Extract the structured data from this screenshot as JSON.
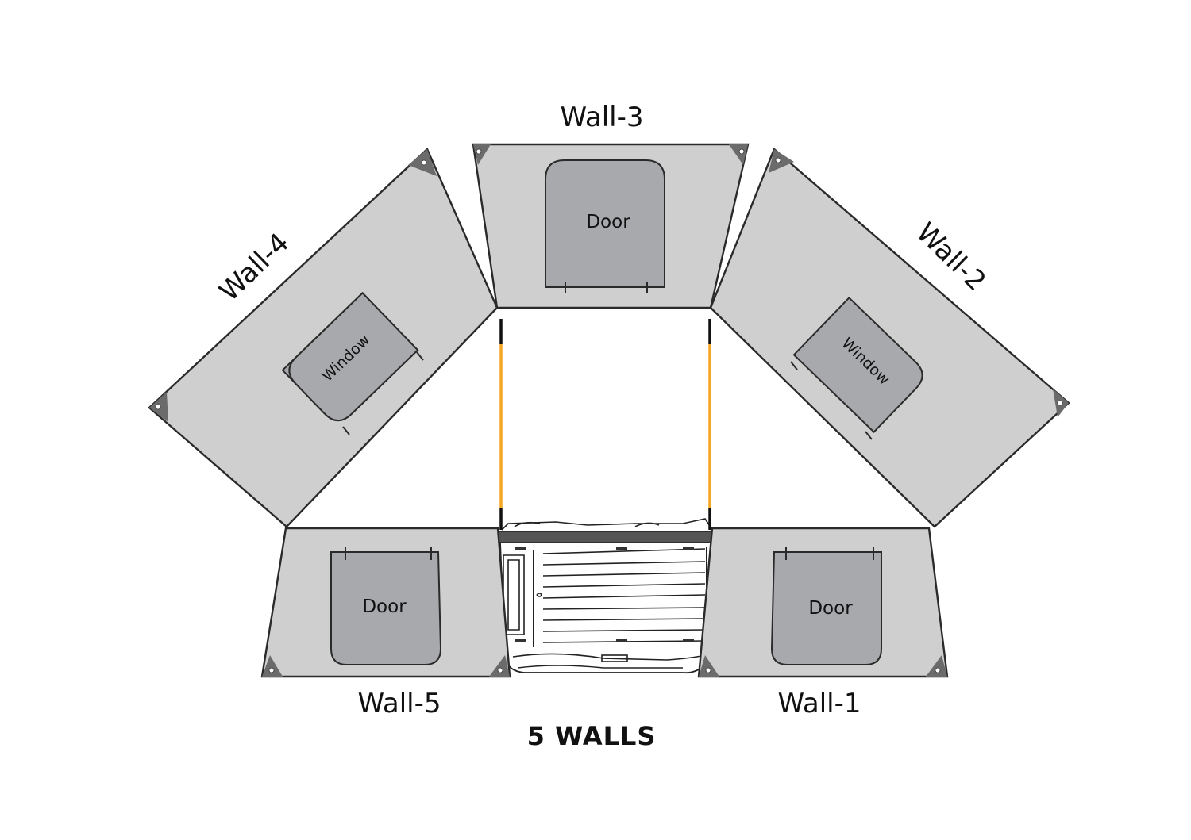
{
  "diagram": {
    "title": "5 WALLS",
    "walls": [
      {
        "id": "wall-1",
        "label": "Wall-1",
        "opening": "Door"
      },
      {
        "id": "wall-2",
        "label": "Wall-2",
        "opening": "Window"
      },
      {
        "id": "wall-3",
        "label": "Wall-3",
        "opening": "Door"
      },
      {
        "id": "wall-4",
        "label": "Wall-4",
        "opening": "Window"
      },
      {
        "id": "wall-5",
        "label": "Wall-5",
        "opening": "Door"
      }
    ],
    "colors": {
      "wall_fill": "#cfcfcf",
      "opening_fill": "#a8a9ad",
      "corner_patch": "#6b6b6b",
      "pole": "#f5a623",
      "roof_bar": "#555555"
    },
    "icons": [
      "vehicle-top-view-icon",
      "support-pole-icon",
      "corner-grommet-icon"
    ]
  }
}
